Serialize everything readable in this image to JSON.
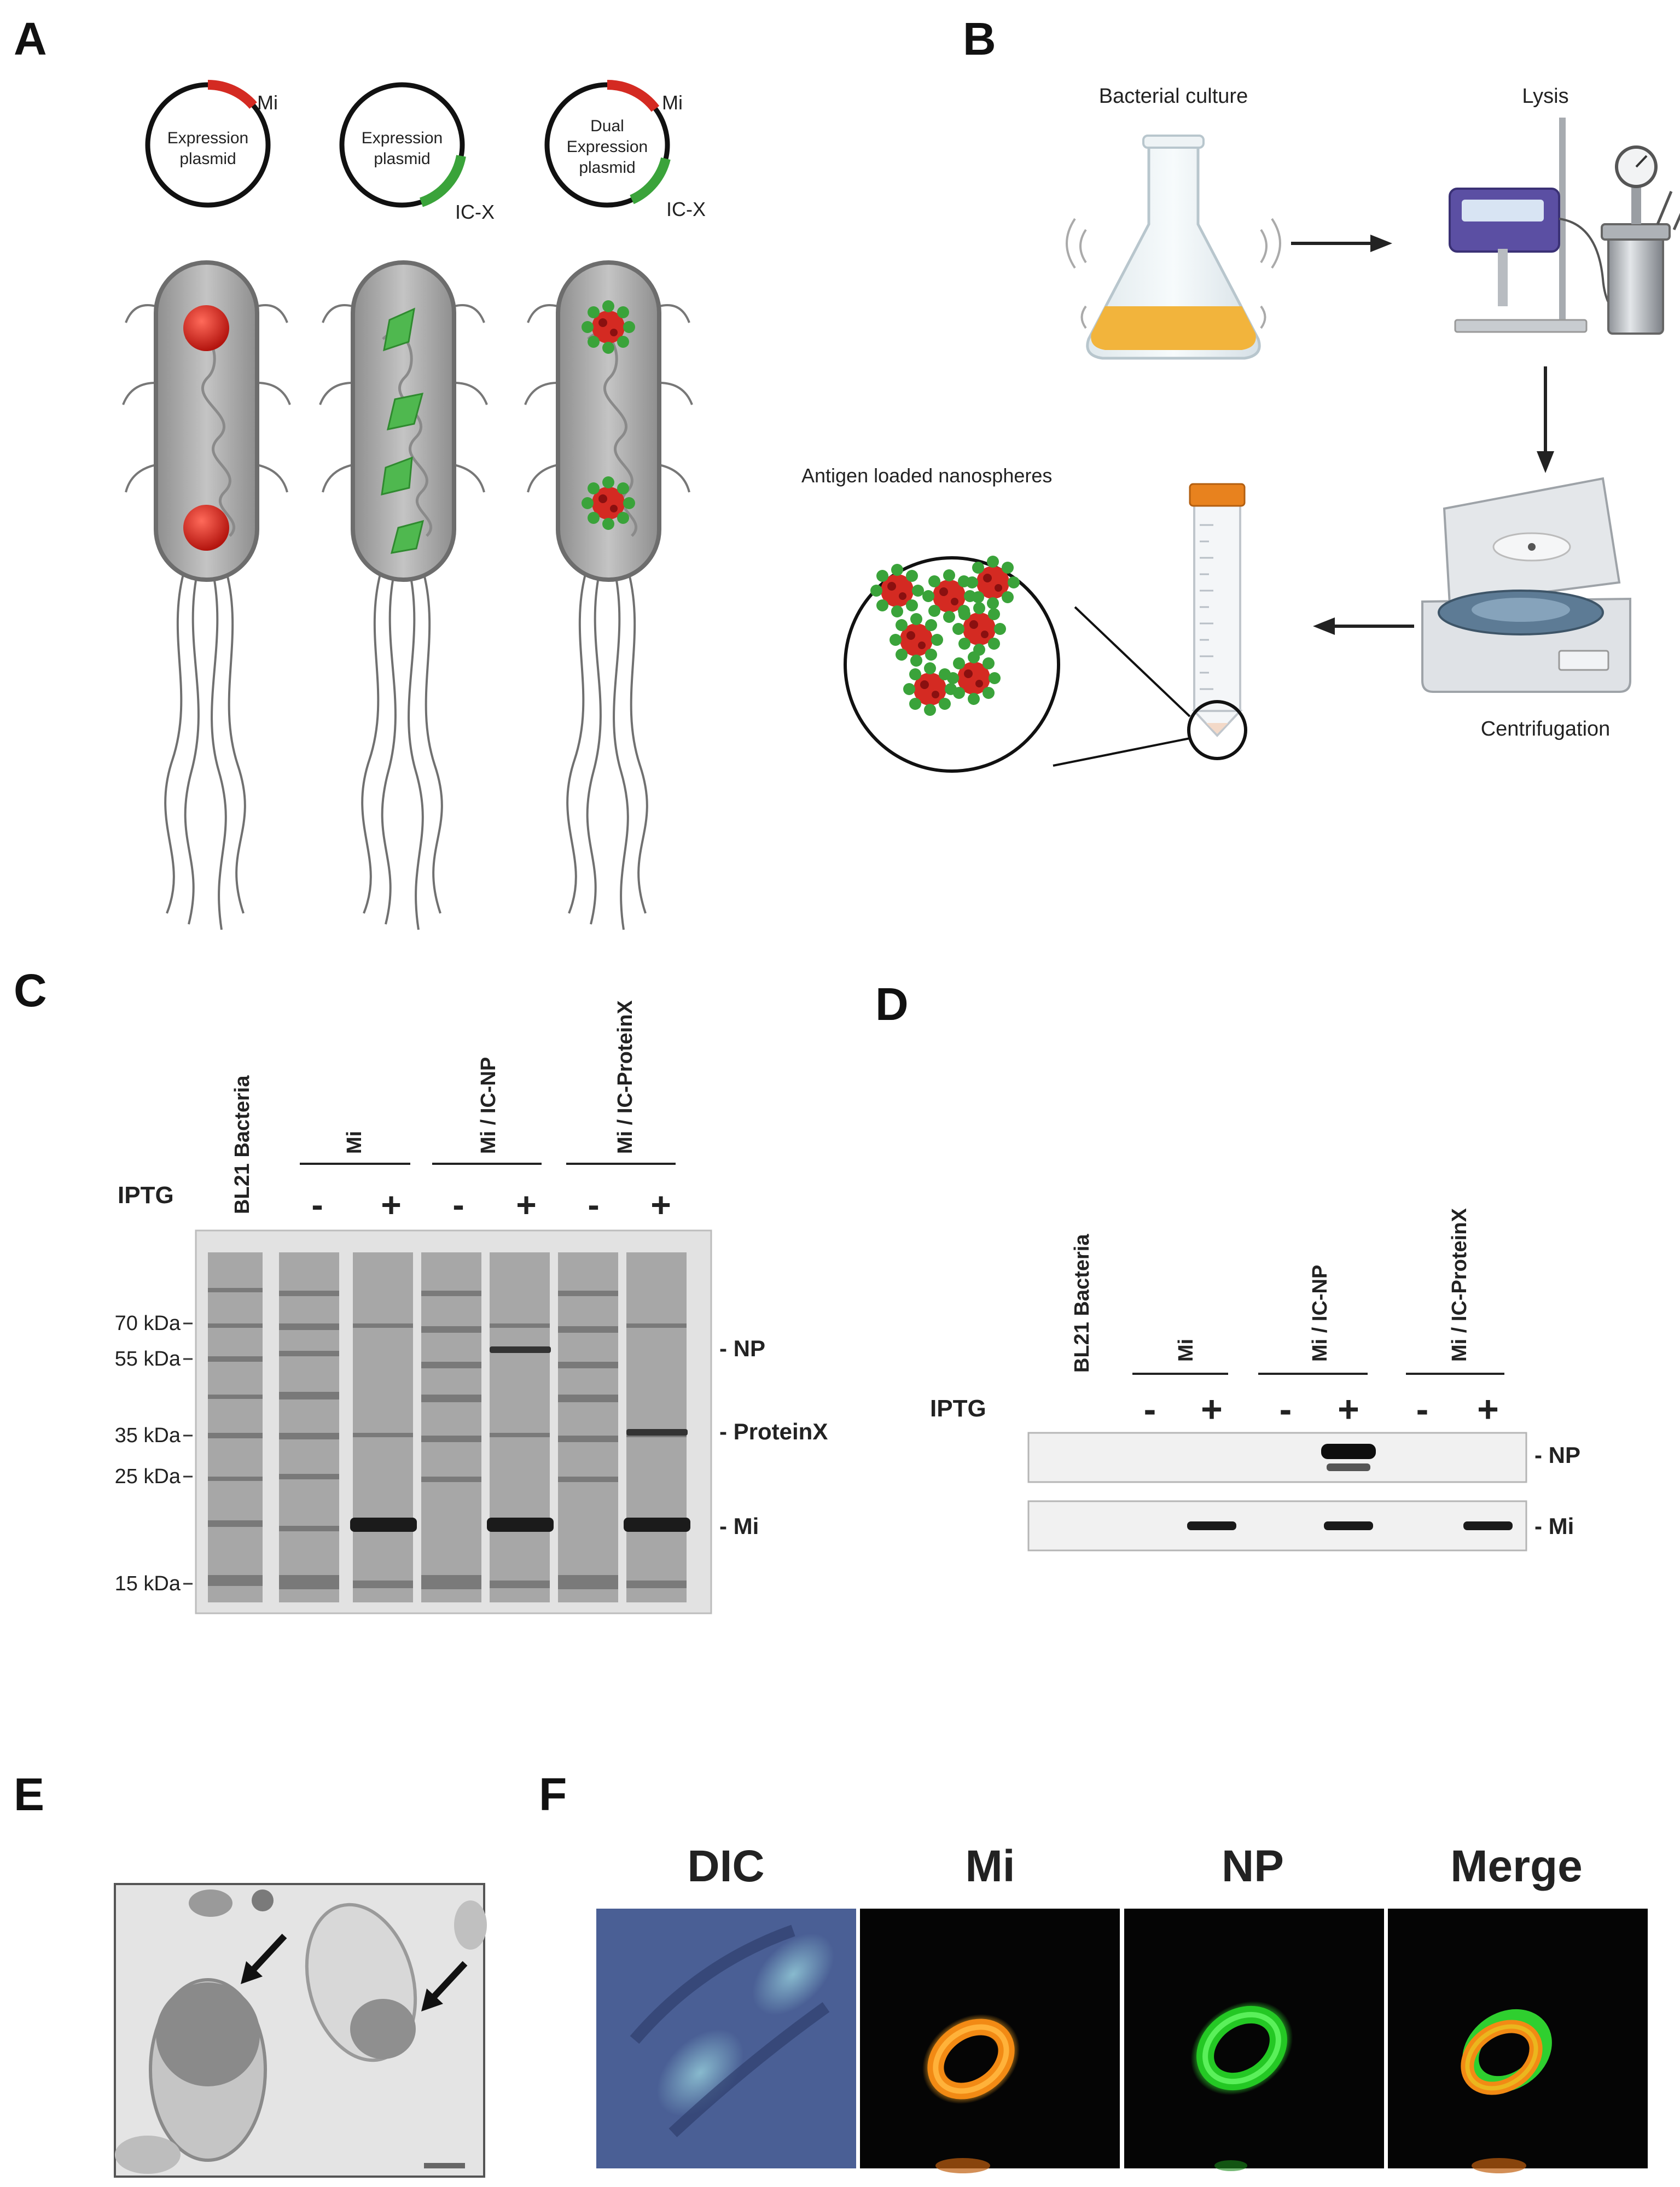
{
  "panels": {
    "A": {
      "label": "A",
      "plasmids": [
        {
          "text_lines": [
            "Expression",
            "plasmid"
          ],
          "markers": [
            "Mi"
          ]
        },
        {
          "text_lines": [
            "Expression",
            "plasmid"
          ],
          "markers": [
            "IC-X"
          ]
        },
        {
          "text_lines": [
            "Dual",
            "Expression",
            "plasmid"
          ],
          "markers": [
            "Mi",
            "IC-X"
          ]
        }
      ]
    },
    "B": {
      "label": "B",
      "steps": {
        "culture": "Bacterial culture",
        "lysis": "Lysis",
        "centrifugation": "Centrifugation",
        "nanospheres": "Antigen loaded nanospheres"
      }
    },
    "C": {
      "label": "C",
      "lane_groups": [
        "BL21 Bacteria",
        "Mi",
        "Mi / IC-NP",
        "Mi / IC-ProteinX"
      ],
      "iptg_label": "IPTG",
      "iptg_signs": [
        "-",
        "+",
        "-",
        "+",
        "-",
        "+"
      ],
      "markers": [
        "70 kDa",
        "55 kDa",
        "35 kDa",
        "25 kDa",
        "15 kDa"
      ],
      "band_labels": [
        "- NP",
        "- ProteinX",
        "- Mi"
      ]
    },
    "D": {
      "label": "D",
      "lane_groups": [
        "BL21 Bacteria",
        "Mi",
        "Mi / IC-NP",
        "Mi / IC-ProteinX"
      ],
      "iptg_label": "IPTG",
      "iptg_signs": [
        "-",
        "+",
        "-",
        "+",
        "-",
        "+"
      ],
      "band_labels": [
        "- NP",
        "- Mi"
      ]
    },
    "E": {
      "label": "E"
    },
    "F": {
      "label": "F",
      "channels": [
        "DIC",
        "Mi",
        "NP",
        "Merge"
      ]
    }
  },
  "colors": {
    "mi_red": "#d42a22",
    "icx_green": "#3aa33a",
    "culture_yellow": "#f2b43c",
    "cap_orange": "#e8821e",
    "dic_blue": "#4a5f95",
    "fluor_orange": "#f08c1a",
    "fluor_green": "#2fd22f"
  }
}
